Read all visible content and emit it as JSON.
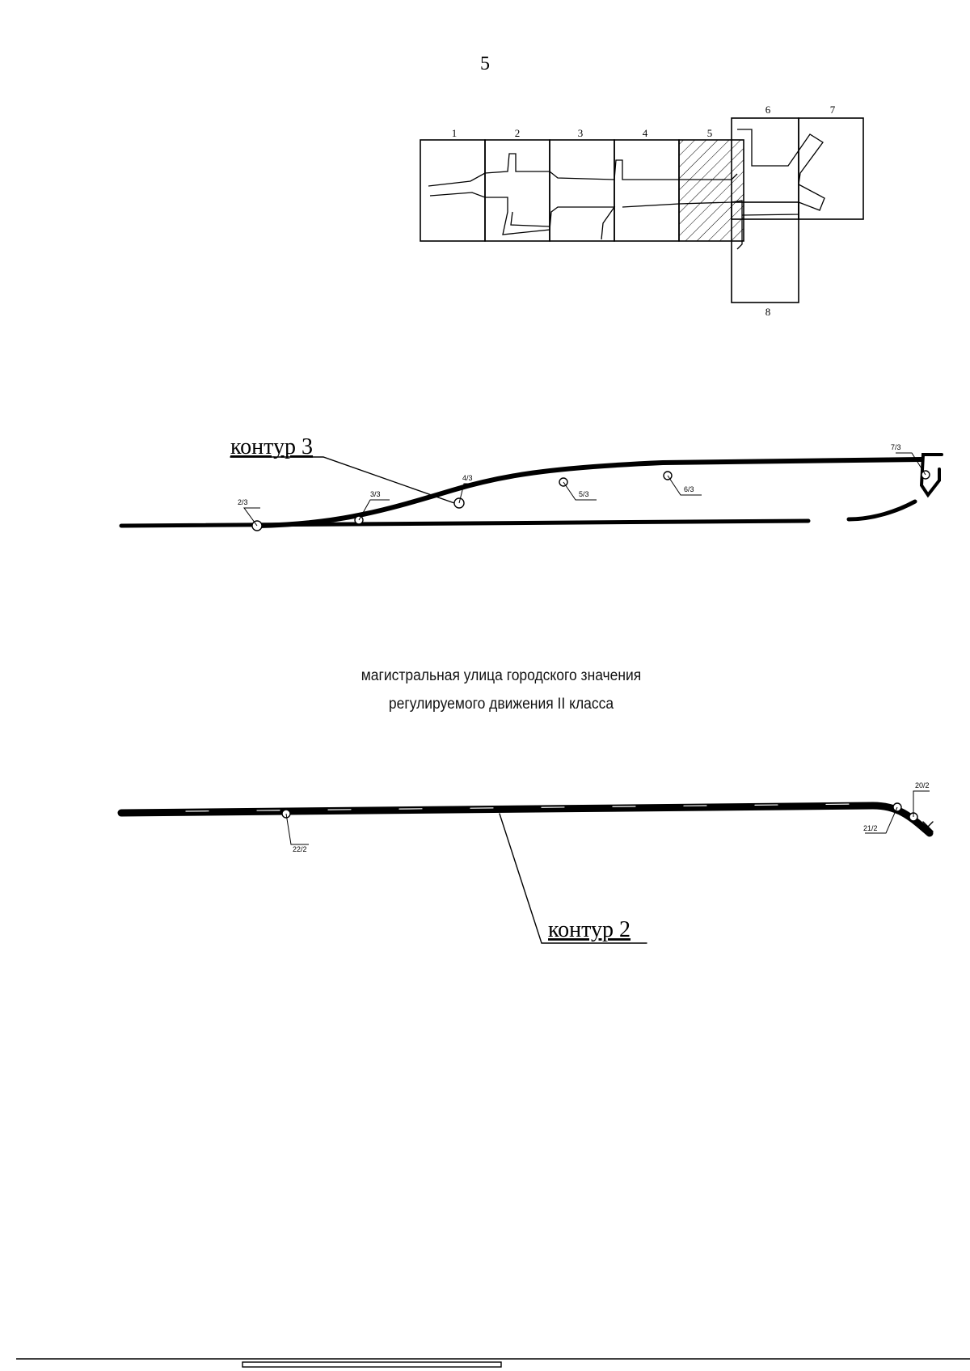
{
  "page": {
    "number": "5"
  },
  "key_map": {
    "sheets": [
      "1",
      "2",
      "3",
      "4",
      "5",
      "6",
      "7",
      "8"
    ],
    "highlighted_sheet": "5"
  },
  "contour3": {
    "label": "контур 3",
    "points": [
      "2/3",
      "3/3",
      "4/3",
      "5/3",
      "6/3",
      "7/3"
    ]
  },
  "caption": {
    "line1": "магистральная улица городского значения",
    "line2": "регулируемого движения II класса"
  },
  "contour2": {
    "label": "контур 2",
    "points": [
      "20/2",
      "21/2",
      "22/2"
    ]
  }
}
